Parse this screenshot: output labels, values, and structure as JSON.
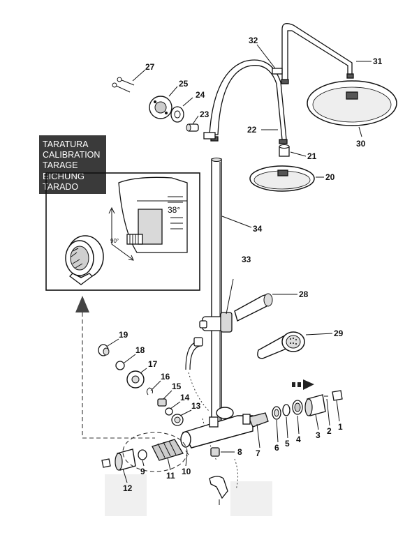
{
  "calibration_box": {
    "lines": [
      "TARATURA",
      "CALIBRATION",
      "TARAGE",
      "EICHUNG",
      "TARADO"
    ],
    "temperature": "38°",
    "angle": "90°"
  },
  "callouts": {
    "c1": "1",
    "c2": "2",
    "c3": "3",
    "c4": "4",
    "c5": "5",
    "c6": "6",
    "c7": "7",
    "c8": "8",
    "c9": "9",
    "c10": "10",
    "c11": "11",
    "c12": "12",
    "c13": "13",
    "c14": "14",
    "c15": "15",
    "c16": "16",
    "c17": "17",
    "c18": "18",
    "c19": "19",
    "c20": "20",
    "c21": "21",
    "c22": "22",
    "c23": "23",
    "c24": "24",
    "c25": "25",
    "c27": "27",
    "c28": "28",
    "c29": "29",
    "c30": "30",
    "c31": "31",
    "c32": "32",
    "c33": "33",
    "c34": "34"
  }
}
